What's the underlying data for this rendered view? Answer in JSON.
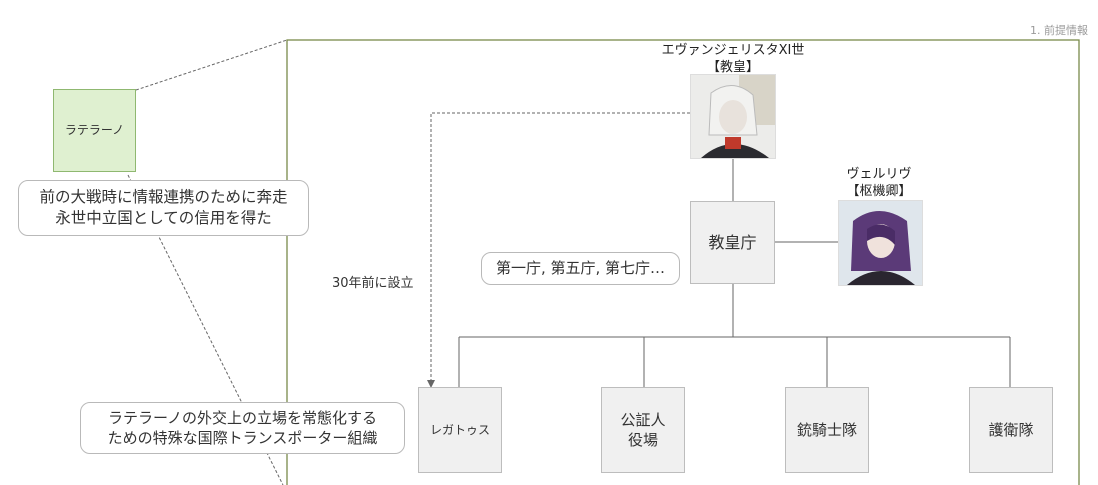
{
  "section_label": "1. 前提情報",
  "nodes": {
    "laterano": "ラテラーノ",
    "curia": "教皇庁",
    "legatus": "レガトゥス",
    "notary": "公証人\n役場",
    "musketeers": "銃騎士隊",
    "guard": "護衛隊"
  },
  "persons": {
    "pope": {
      "name": "エヴァンジェリスタXI世",
      "title": "【教皇】"
    },
    "cardinal": {
      "name": "ヴェルリヴ",
      "title": "【枢機卿】"
    }
  },
  "callouts": {
    "laterano_note": "前の大戦時に情報連携のために奔走\n永世中立国としての信用を得た",
    "curia_note": "第一庁, 第五庁, 第七庁…",
    "legatus_note": "ラテラーノの外交上の立場を常態化する\nための特殊な国際トランスポーター組織"
  },
  "edge_labels": {
    "founded": "30年前に設立"
  },
  "colors": {
    "frame": "#7a8a4a",
    "laterano_fill": "#dff0d0",
    "laterano_border": "#8fb870",
    "node_fill": "#f0f0f0"
  }
}
